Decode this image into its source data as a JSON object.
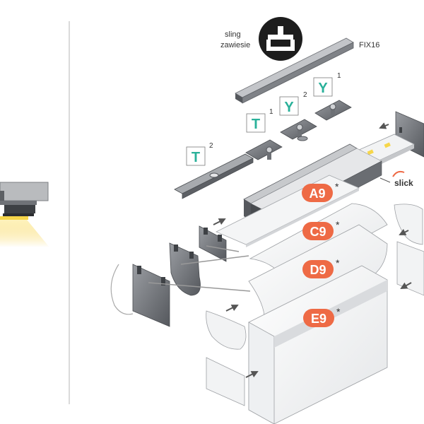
{
  "labels": {
    "sling_line1": "sling",
    "sling_line2": "zawiesie",
    "fix": "FIX16",
    "brand": "slick"
  },
  "badges": [
    {
      "letter": "Y",
      "sup": "1"
    },
    {
      "letter": "Y",
      "sup": "2"
    },
    {
      "letter": "T",
      "sup": "1"
    },
    {
      "letter": "T",
      "sup": "2"
    }
  ],
  "profiles": [
    {
      "code": "A9",
      "mark": "*"
    },
    {
      "code": "C9",
      "mark": "*"
    },
    {
      "code": "D9",
      "mark": "*"
    },
    {
      "code": "E9",
      "mark": "*"
    }
  ],
  "colors": {
    "badge_green": "#2ab19a",
    "pill_orange": "#ee6a45",
    "metal": "#8a8d92",
    "light_yellow": "#f6d64a"
  }
}
